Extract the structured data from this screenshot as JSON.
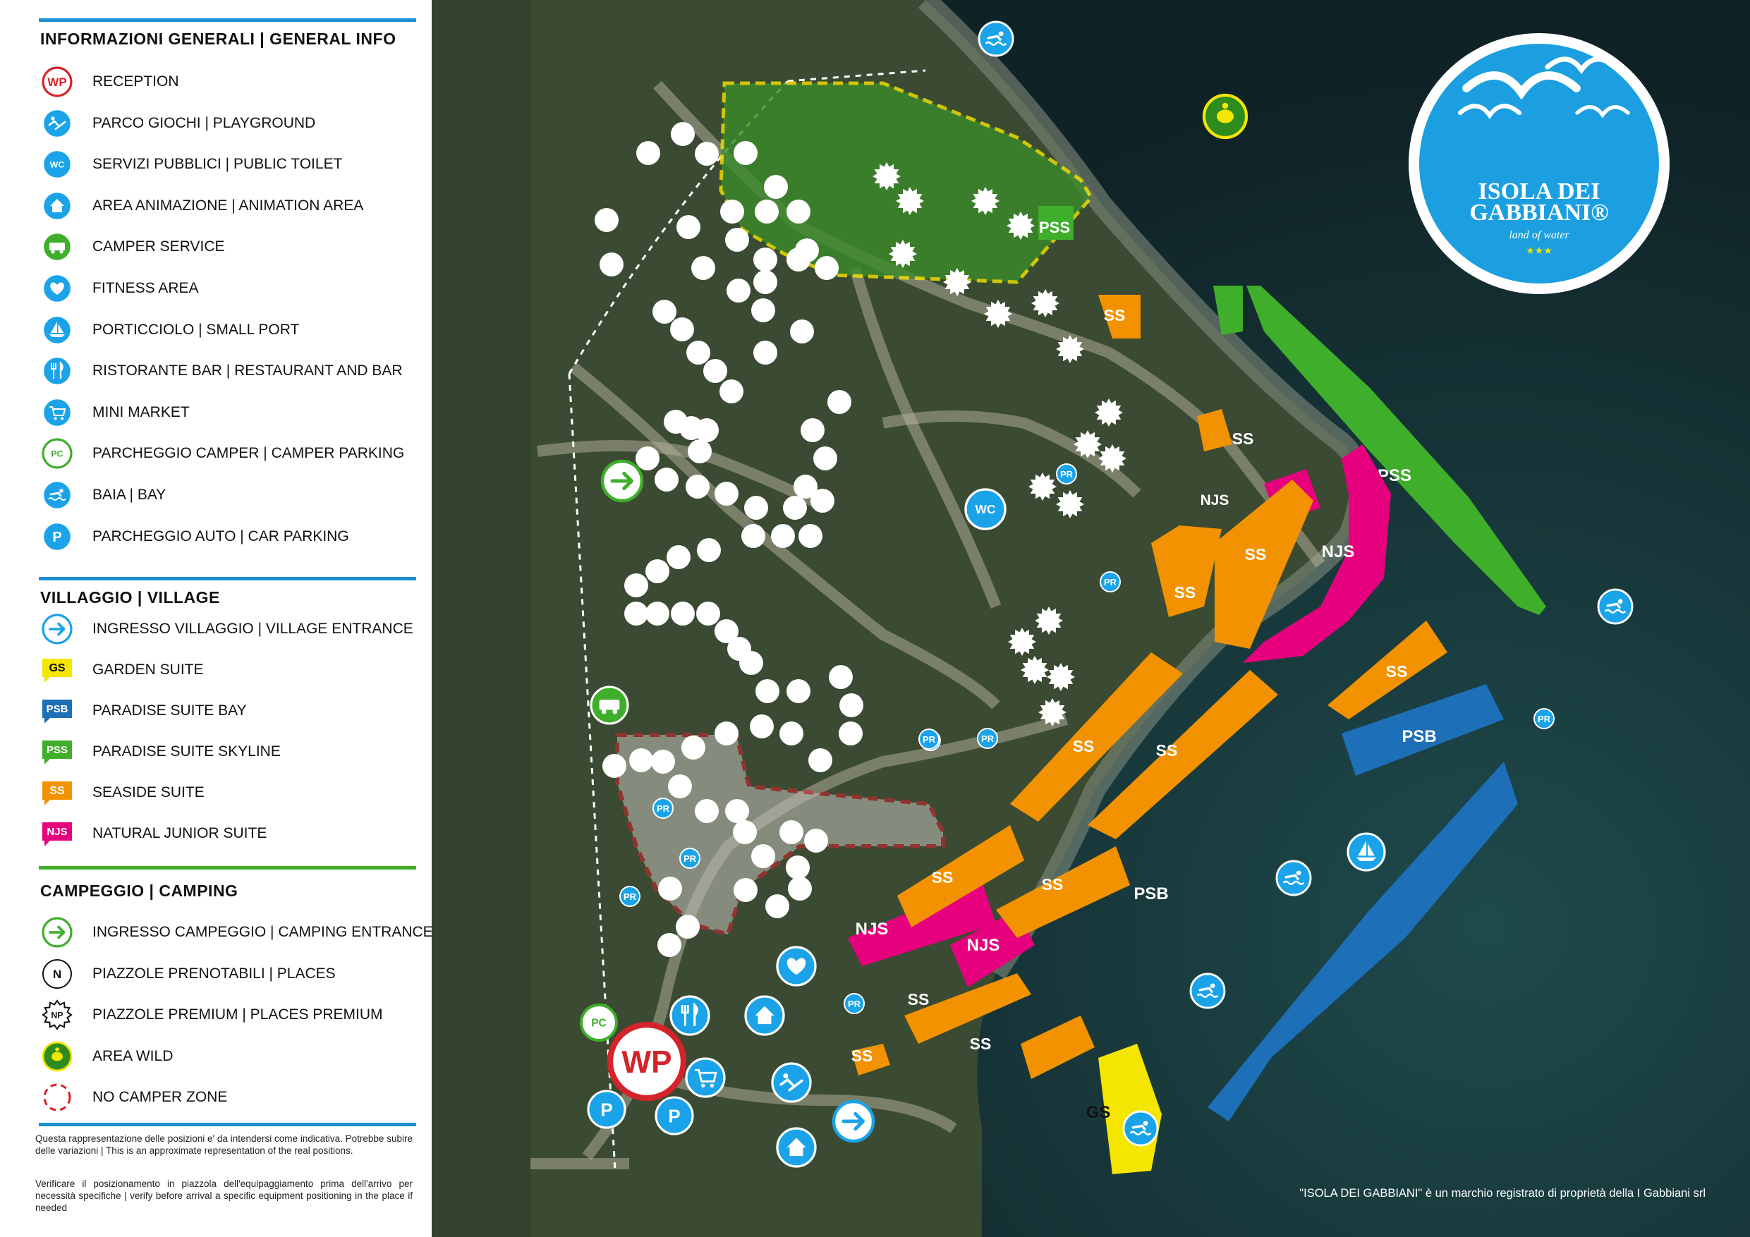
{
  "legend": {
    "general": {
      "title": "INFORMAZIONI GENERALI | GENERAL INFO",
      "items": [
        {
          "icon": "reception-icon",
          "code": "WP",
          "label": "RECEPTION"
        },
        {
          "icon": "playground-icon",
          "label": "PARCO GIOCHI | PLAYGROUND"
        },
        {
          "icon": "toilet-icon",
          "code": "WC",
          "label": "SERVIZI PUBBLICI | PUBLIC TOILET"
        },
        {
          "icon": "house-icon",
          "label": "AREA ANIMAZIONE | ANIMATION AREA"
        },
        {
          "icon": "camper-service-icon",
          "label": "CAMPER SERVICE"
        },
        {
          "icon": "heart-icon",
          "label": "FITNESS AREA"
        },
        {
          "icon": "sailboat-icon",
          "label": "PORTICCIOLO | SMALL PORT"
        },
        {
          "icon": "fork-knife-icon",
          "label": "RISTORANTE BAR | RESTAURANT AND BAR"
        },
        {
          "icon": "cart-icon",
          "label": "MINI MARKET"
        },
        {
          "icon": "camper-parking-icon",
          "code": "PC",
          "label": "PARCHEGGIO CAMPER | CAMPER PARKING"
        },
        {
          "icon": "swimmer-icon",
          "label": "BAIA | BAY"
        },
        {
          "icon": "parking-icon",
          "code": "P",
          "label": "PARCHEGGIO AUTO | CAR PARKING"
        }
      ]
    },
    "village": {
      "title": "VILLAGGIO | VILLAGE",
      "items": [
        {
          "icon": "arrow-blue-icon",
          "label": "INGRESSO VILLAGGIO | VILLAGE ENTRANCE"
        },
        {
          "code": "GS",
          "color": "#f4e600",
          "text_color": "#111111",
          "label": "GARDEN SUITE"
        },
        {
          "code": "PSB",
          "color": "#1d6fb8",
          "text_color": "#ffffff",
          "label": "PARADISE SUITE BAY"
        },
        {
          "code": "PSS",
          "color": "#3fae2a",
          "text_color": "#ffffff",
          "label": "PARADISE SUITE SKYLINE"
        },
        {
          "code": "SS",
          "color": "#f39200",
          "text_color": "#ffffff",
          "label": "SEASIDE SUITE"
        },
        {
          "code": "NJS",
          "color": "#e6007e",
          "text_color": "#ffffff",
          "label": "NATURAL JUNIOR SUITE"
        }
      ]
    },
    "camping": {
      "title": "CAMPEGGIO | CAMPING",
      "items": [
        {
          "icon": "arrow-green-icon",
          "label": "INGRESSO CAMPEGGIO | CAMPING ENTRANCE"
        },
        {
          "icon": "place-icon",
          "code": "N",
          "label": "PIAZZOLE PRENOTABILI | PLACES"
        },
        {
          "icon": "premium-place-icon",
          "code": "NP",
          "label": "PIAZZOLE PREMIUM | PLACES PREMIUM"
        },
        {
          "icon": "turtle-icon",
          "label": "AREA WILD"
        },
        {
          "icon": "no-camper-zone-icon",
          "label": "NO CAMPER ZONE"
        }
      ]
    },
    "note1": "Questa rappresentazione delle posizioni e' da intendersi come indicativa. Potrebbe subire delle variazioni | This is an approximate representation of the real positions.",
    "note2": "Verificare il posizionamento in piazzola dell'equipaggiamento prima dell'arrivo per necessità specifiche | verify before arrival a specific equipment positioning in the place if needed"
  },
  "map": {
    "logo": {
      "line1": "ISOLA DEI",
      "line2": "GABBIANI",
      "mark": "®",
      "tagline": "land of water",
      "stars": "★★★"
    },
    "trademark": "\"ISOLA DEI GABBIANI\" è un marchio registrato di proprietà della I Gabbiani srl",
    "zone_labels": {
      "ss": "SS",
      "njs": "NJS",
      "pss": "PSS",
      "psb": "PSB",
      "gs": "GS"
    },
    "poi_labels": {
      "wc": "WC",
      "pr": "PR",
      "pc": "PC",
      "wp": "WP",
      "p": "P"
    },
    "colors": {
      "gs": "#f4e600",
      "psb": "#1d6fb8",
      "pss": "#3fae2a",
      "ss": "#f39200",
      "njs": "#e6007e",
      "sea": "#132a2e",
      "land": "#3b4a32",
      "poi": "#1aa3e8",
      "green_poi": "#3fae2a",
      "red": "#d4232b"
    }
  }
}
